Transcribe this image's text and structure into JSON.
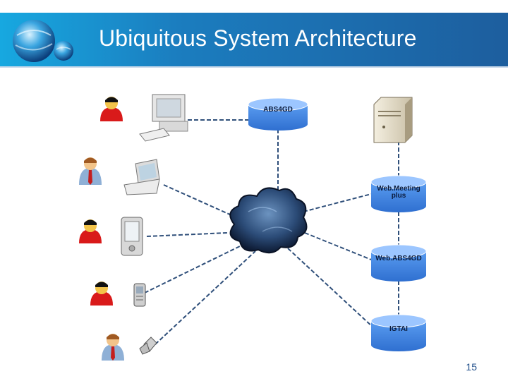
{
  "slide": {
    "title": "Ubiquitous System Architecture",
    "page_number": "15"
  },
  "servers": [
    {
      "line1": "ABS4GD",
      "line2": ""
    },
    {
      "line1": "Web.Meeting",
      "line2": "plus"
    },
    {
      "line1": "Web.ABS4GD",
      "line2": ""
    },
    {
      "line1": "IGTAI",
      "line2": ""
    }
  ],
  "colors": {
    "header_blue": "#1b7dbf",
    "db_blue": "#3d84e0",
    "connector": "#2f4f7a"
  }
}
